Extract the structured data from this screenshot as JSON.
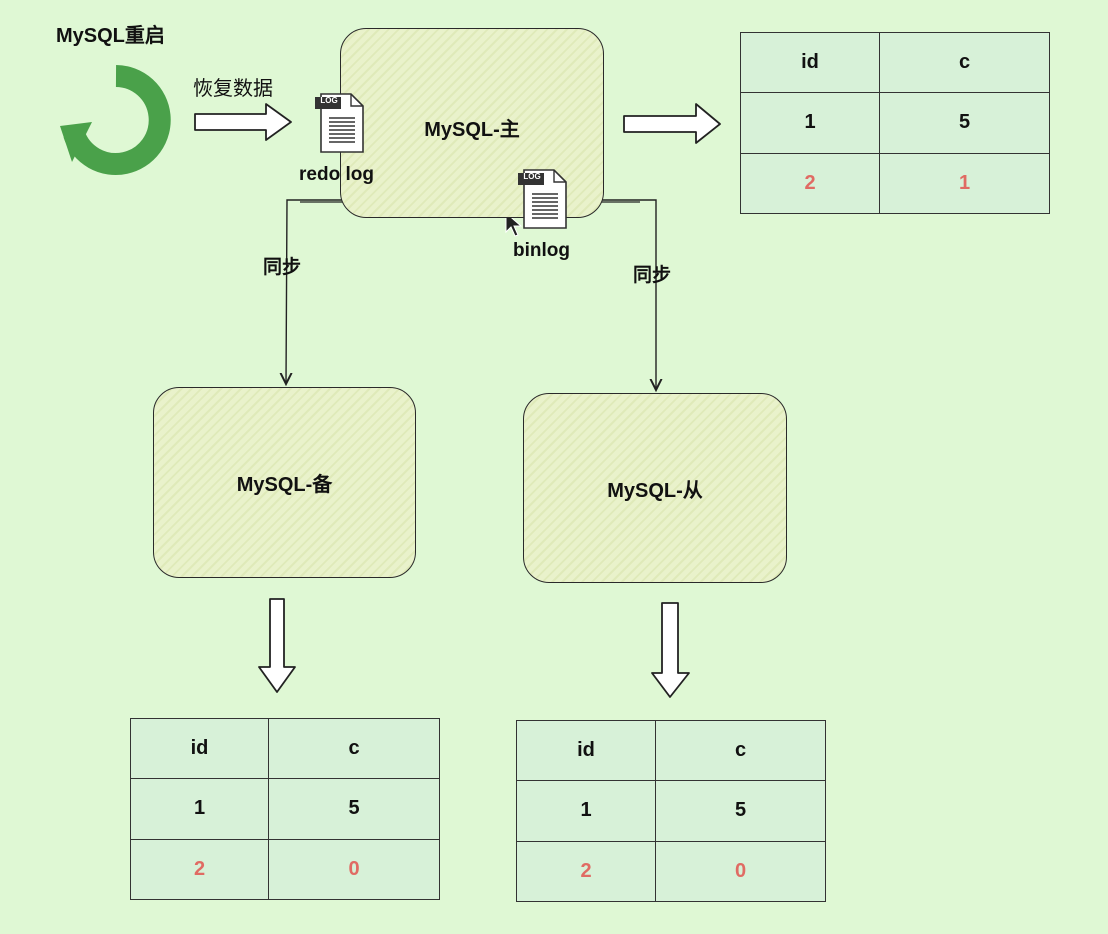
{
  "restart": {
    "label": "MySQL重启",
    "icon": "refresh-icon",
    "color": "#4aa14a"
  },
  "recover_label": "恢复数据",
  "master": {
    "label": "MySQL-主"
  },
  "redo_log": {
    "label": "redo log",
    "badge": "LOG"
  },
  "binlog": {
    "label": "binlog",
    "badge": "LOG"
  },
  "sync_left": "同步",
  "sync_right": "同步",
  "standby": {
    "label": "MySQL-备"
  },
  "replica": {
    "label": "MySQL-从"
  },
  "tables": {
    "master": {
      "headers": [
        "id",
        "c"
      ],
      "rows": [
        [
          "1",
          "5"
        ],
        [
          "2",
          "1"
        ]
      ]
    },
    "standby": {
      "headers": [
        "id",
        "c"
      ],
      "rows": [
        [
          "1",
          "5"
        ],
        [
          "2",
          "0"
        ]
      ]
    },
    "replica": {
      "headers": [
        "id",
        "c"
      ],
      "rows": [
        [
          "1",
          "5"
        ],
        [
          "2",
          "0"
        ]
      ]
    }
  },
  "colors": {
    "background": "#dff8d4",
    "highlight": "#e06b63",
    "node_fill": "#e6efc6"
  }
}
